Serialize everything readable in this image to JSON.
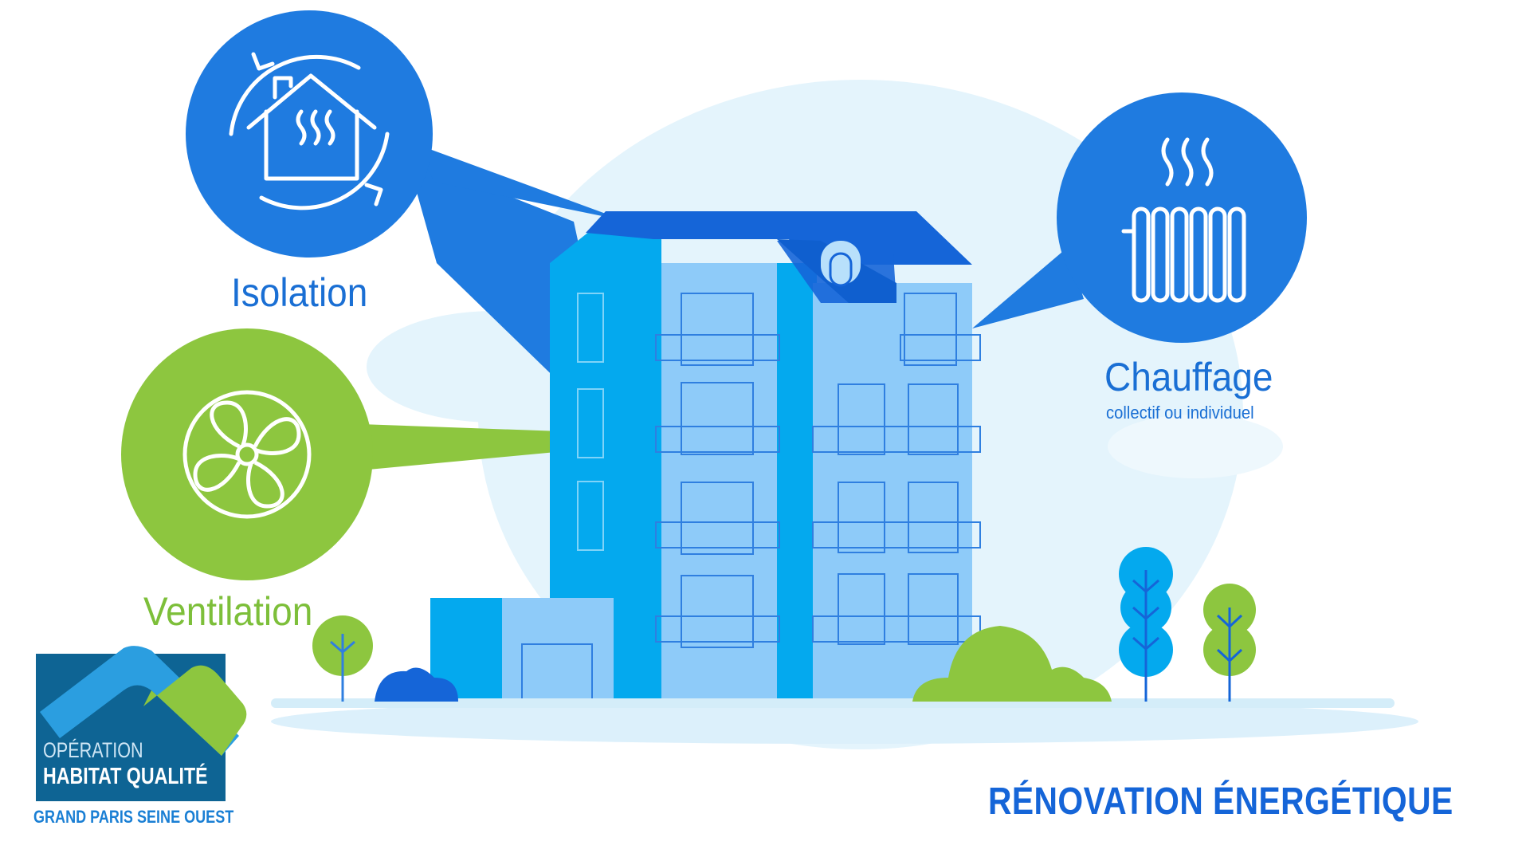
{
  "labels": {
    "isolation": "Isolation",
    "ventilation": "Ventilation",
    "chauffage": "Chauffage",
    "chauffage_sub": "collectif ou individuel"
  },
  "title": "RÉNOVATION ÉNERGÉTIQUE",
  "logo": {
    "line1": "OPÉRATION",
    "line2": "HABITAT QUALITÉ",
    "line3": "GRAND PARIS SEINE OUEST"
  },
  "icons": {
    "isolation": "house-heat-cycle-icon",
    "ventilation": "fan-icon",
    "chauffage": "radiator-icon"
  },
  "colors": {
    "primary_blue": "#1a6fd4",
    "green": "#8dc63f",
    "sky": "#e4f4fc",
    "building_mid": "#04a9ee",
    "building_light": "#8ecbf9",
    "logo_bg": "#0e6494"
  }
}
